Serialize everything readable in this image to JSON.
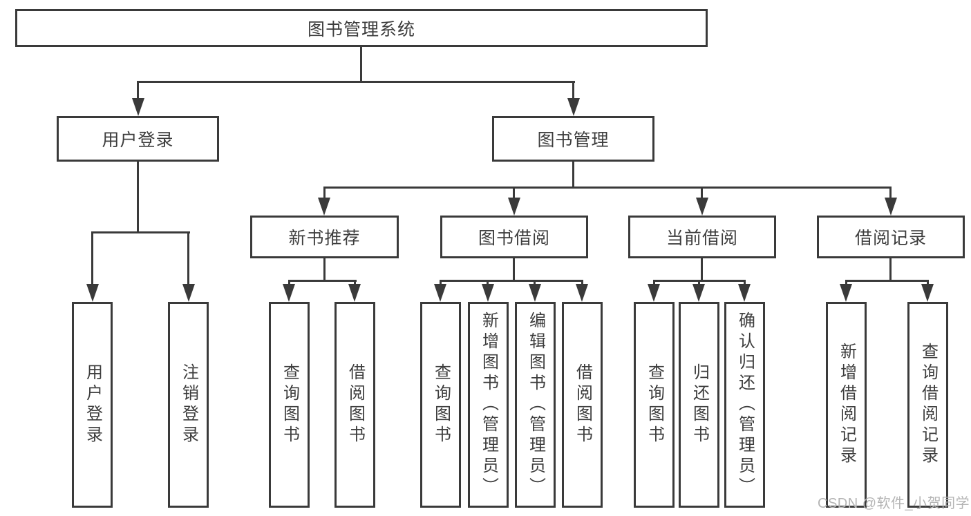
{
  "nodes": {
    "root": {
      "label": "图书管理系统"
    },
    "level2": [
      {
        "label": "用户登录"
      },
      {
        "label": "图书管理"
      }
    ],
    "level3": [
      {
        "label": "新书推荐"
      },
      {
        "label": "图书借阅"
      },
      {
        "label": "当前借阅"
      },
      {
        "label": "借阅记录"
      }
    ],
    "leaves": [
      {
        "label": "用户登录",
        "parent": "用户登录"
      },
      {
        "label": "注销登录",
        "parent": "用户登录"
      },
      {
        "label": "查询图书",
        "parent": "新书推荐"
      },
      {
        "label": "借阅图书",
        "parent": "新书推荐"
      },
      {
        "label": "查询图书",
        "parent": "图书借阅"
      },
      {
        "label": "新增图书（管理员）",
        "parent": "图书借阅"
      },
      {
        "label": "编辑图书（管理员）",
        "parent": "图书借阅"
      },
      {
        "label": "借阅图书",
        "parent": "图书借阅"
      },
      {
        "label": "查询图书",
        "parent": "当前借阅"
      },
      {
        "label": "归还图书",
        "parent": "当前借阅"
      },
      {
        "label": "确认归还（管理员）",
        "parent": "当前借阅"
      },
      {
        "label": "新增借阅记录",
        "parent": "借阅记录"
      },
      {
        "label": "查询借阅记录",
        "parent": "借阅记录"
      }
    ]
  },
  "watermark": "CSDN @软件_小贺同学",
  "colors": {
    "line": "#3a3a3a",
    "text": "#3d3d3d",
    "background": "#ffffff",
    "watermark": "#b4b4b4"
  }
}
